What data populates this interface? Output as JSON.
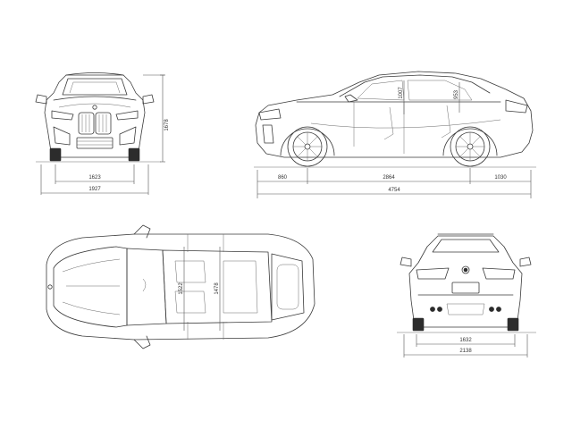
{
  "views": {
    "front": {
      "track_width": "1623",
      "overall_width": "1927",
      "height": "1678"
    },
    "side": {
      "front_overhang": "860",
      "wheelbase": "2864",
      "rear_overhang": "1030",
      "overall_length": "4754",
      "front_headroom": "1007",
      "rear_headroom": "953"
    },
    "top": {
      "front_shoulder_width": "1522",
      "rear_shoulder_width": "1478"
    },
    "rear": {
      "track_width": "1632",
      "overall_width": "2138"
    }
  }
}
